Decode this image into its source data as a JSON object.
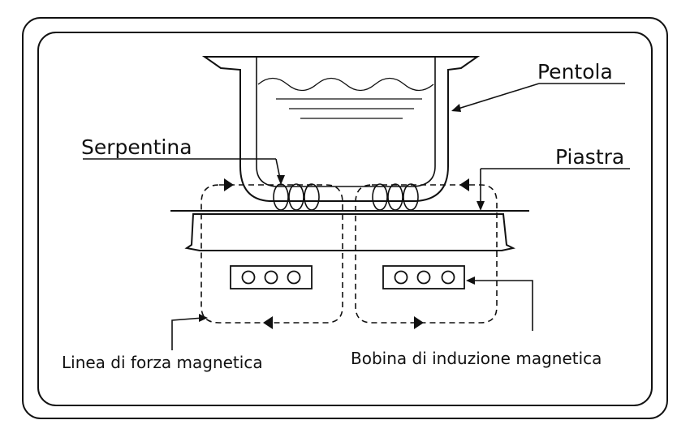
{
  "labels": {
    "pot": "Pentola",
    "coil": "Serpentina",
    "plate": "Piastra",
    "field_line": "Linea di forza magnetica",
    "induction_coil": "Bobina di induzione magnetica"
  }
}
